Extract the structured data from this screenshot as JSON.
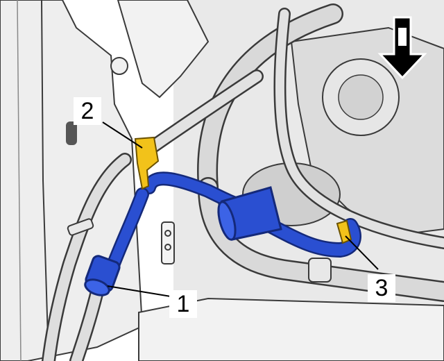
{
  "diagram": {
    "callouts": [
      {
        "label": "1",
        "name": "hose-clamp-fitting"
      },
      {
        "label": "2",
        "name": "bracket-clip"
      },
      {
        "label": "3",
        "name": "hose-retainer-clip"
      }
    ],
    "colors": {
      "highlight_blue": "#2a4fd1",
      "highlight_blue_dark": "#14297a",
      "clip_yellow": "#f2c21a",
      "line_grey": "#d9d9d9",
      "outline": "#3a3a3a"
    },
    "icons": [
      "front-direction-arrow-icon"
    ]
  }
}
